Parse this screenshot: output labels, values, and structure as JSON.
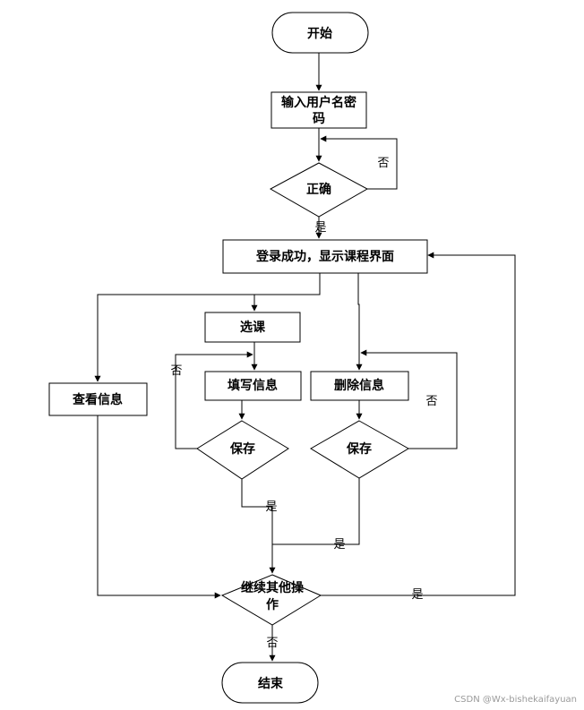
{
  "nodes": {
    "start": "开始",
    "input_line1": "输入用户名密",
    "input_line2": "码",
    "check": "正确",
    "login": "登录成功，显示课程界面",
    "select": "选课",
    "fill": "填写信息",
    "delete": "删除信息",
    "view": "查看信息",
    "save_left": "保存",
    "save_right": "保存",
    "continue_line1": "继续其他操",
    "continue_line2": "作",
    "end": "结束"
  },
  "edge_labels": {
    "check_no": "否",
    "check_yes": "是",
    "fill_no": "否",
    "save_left_yes": "是",
    "delete_no": "否",
    "save_right_yes": "是",
    "continue_yes": "是",
    "continue_no": "否"
  },
  "watermark": "CSDN @Wx-bishekaifayuan"
}
